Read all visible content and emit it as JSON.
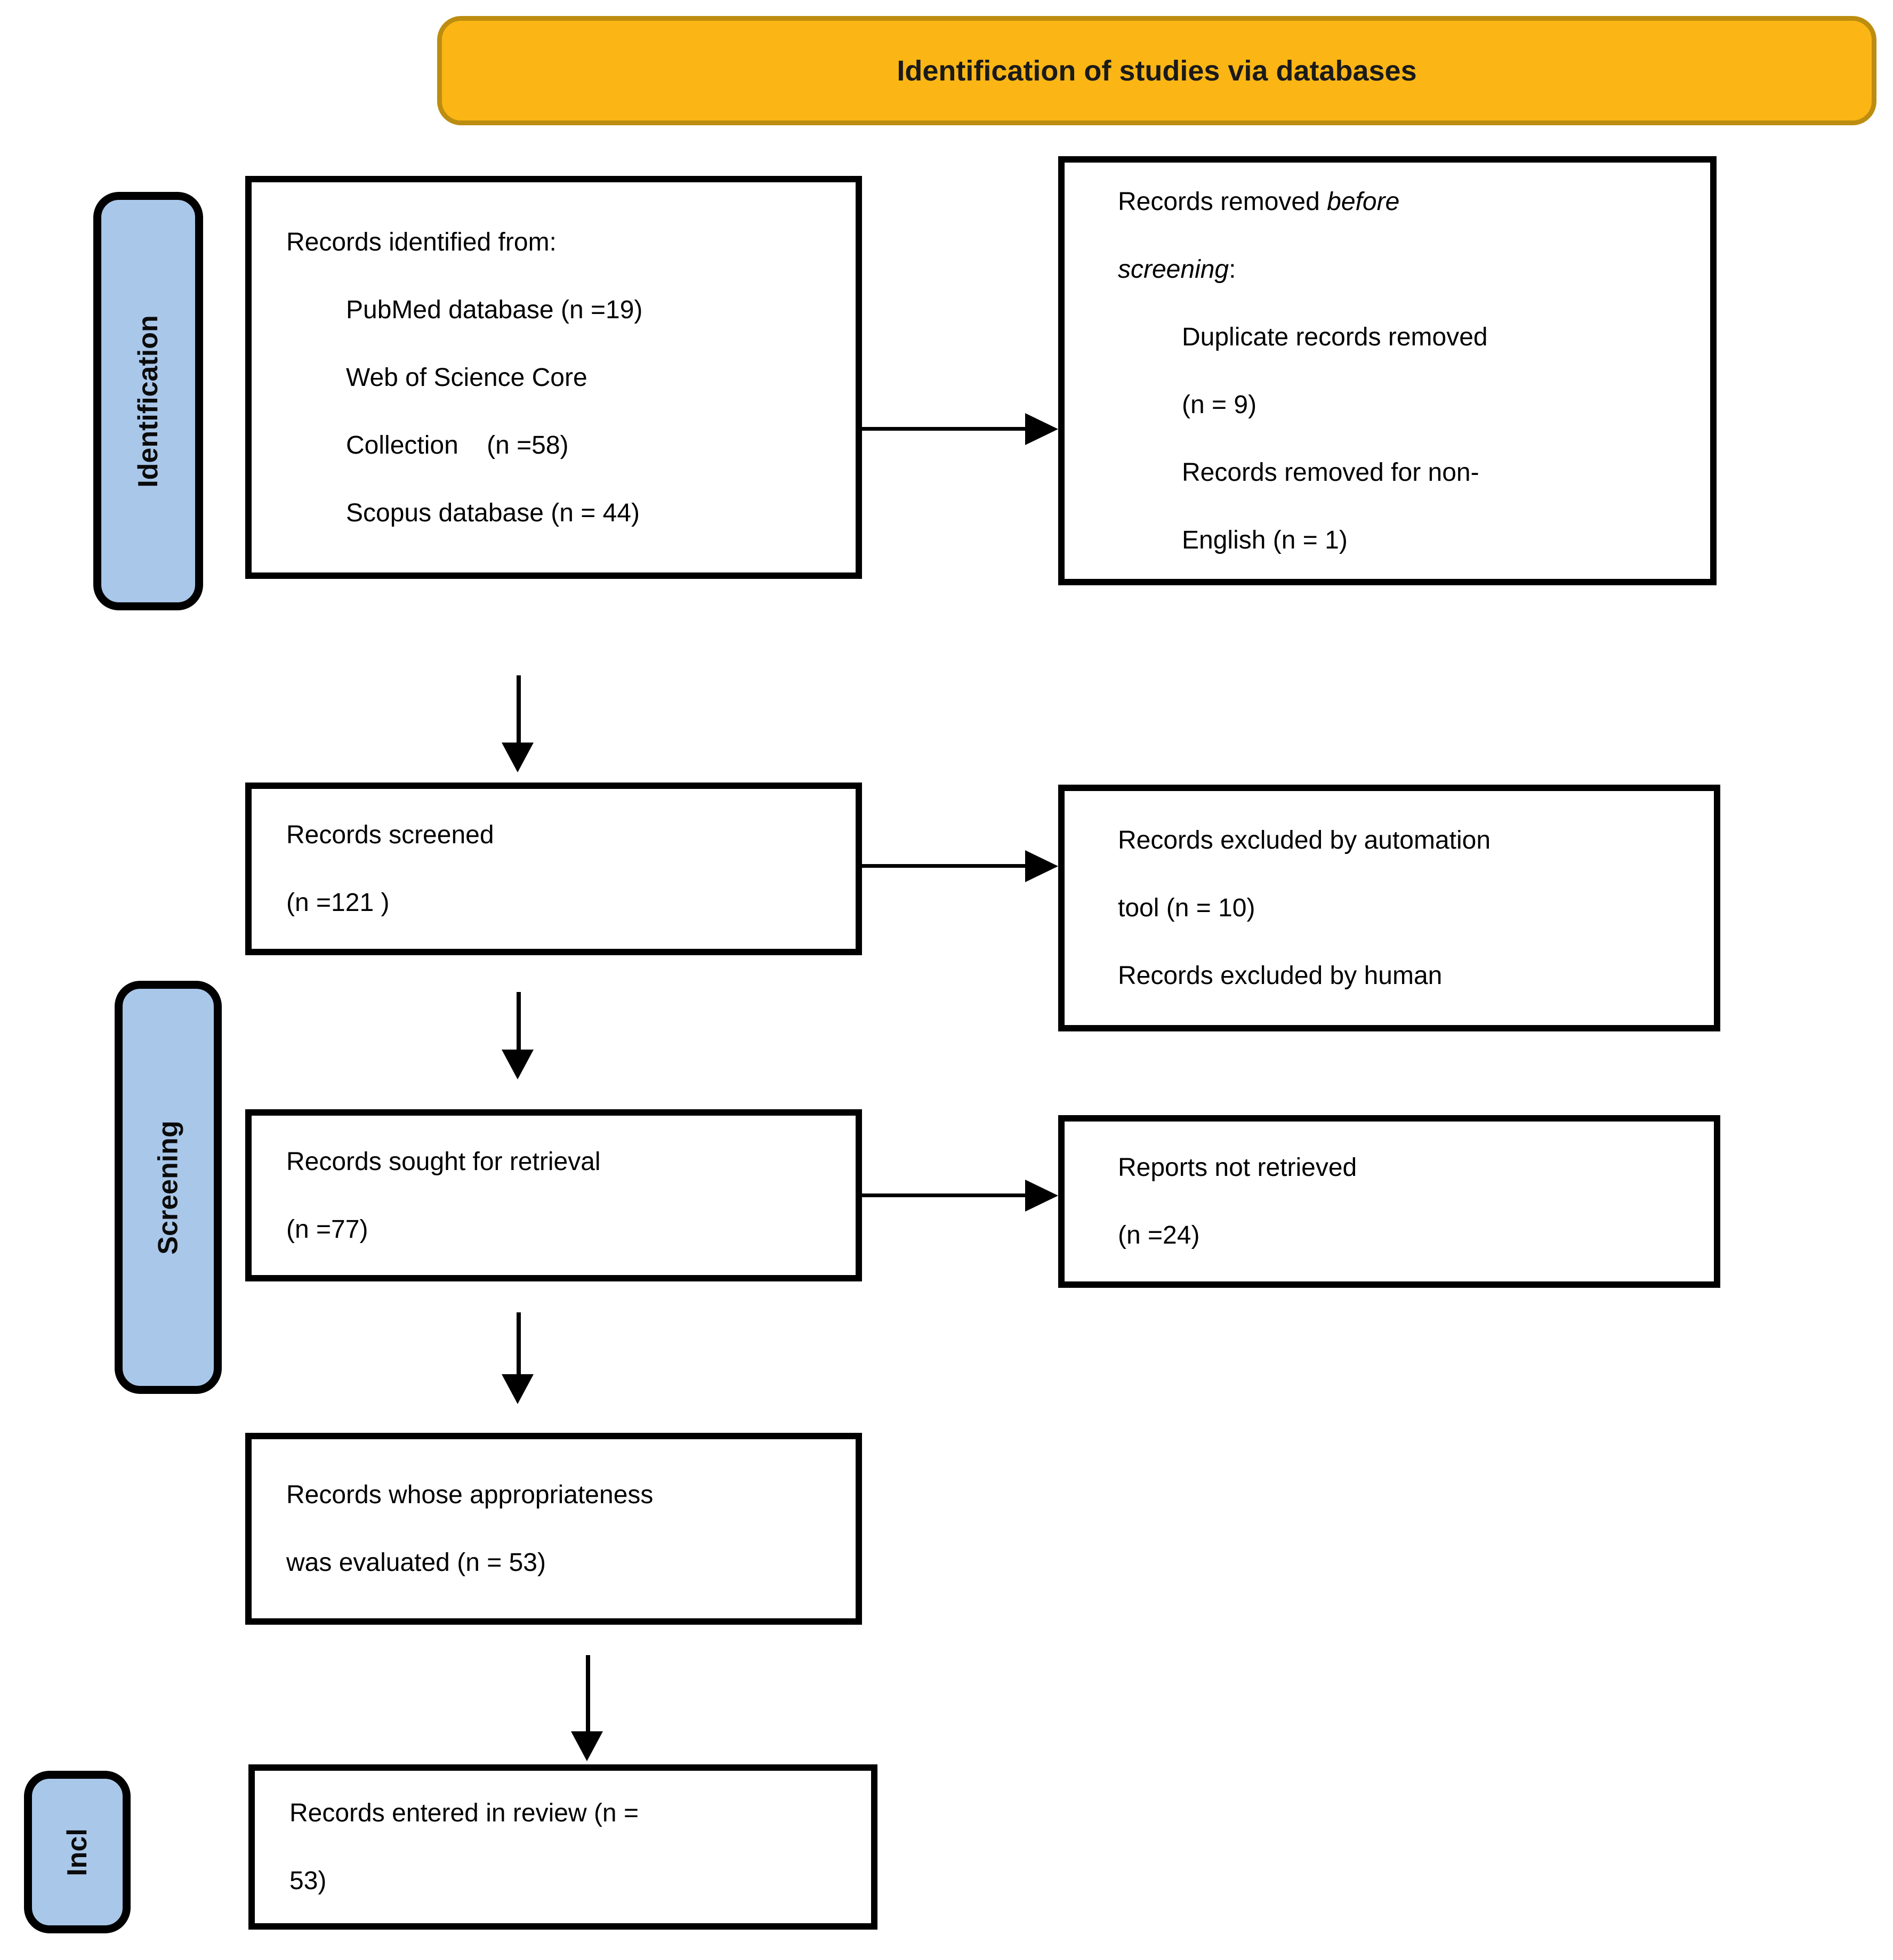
{
  "header": {
    "title": "Identification of studies via databases"
  },
  "stages": {
    "identification": "Identification",
    "screening": "Screening",
    "included": "Incl"
  },
  "boxes": {
    "identified": {
      "lines": [
        "Records identified from:",
        "PubMed database (n =19)",
        "Web of Science Core",
        "Collection    (n =58)",
        "Scopus database (n = 44)"
      ]
    },
    "removed": {
      "head_normal": "Records removed ",
      "head_italic": "before",
      "head2_italic": "screening",
      "head2_colon": ":",
      "items": [
        "Duplicate records removed",
        "(n = 9)",
        "Records removed for non-",
        "English (n = 1)"
      ]
    },
    "screened": {
      "lines": [
        "Records screened",
        "(n =121 )"
      ]
    },
    "excluded": {
      "lines": [
        "Records excluded by automation",
        "tool (n = 10)",
        "Records excluded by human"
      ]
    },
    "sought": {
      "lines": [
        "Records sought for retrieval",
        "(n =77)"
      ]
    },
    "not_retrieved": {
      "lines": [
        "Reports not retrieved",
        "(n =24)"
      ]
    },
    "evaluated": {
      "lines": [
        "Records whose appropriateness",
        "was evaluated (n = 53)"
      ]
    },
    "entered": {
      "lines": [
        "Records entered in review (n =",
        "53)"
      ]
    }
  },
  "colors": {
    "banner_fill": "#FBB615",
    "banner_border": "#BD8D10",
    "stage_fill": "#A9C7E9",
    "box_border": "#000000"
  }
}
